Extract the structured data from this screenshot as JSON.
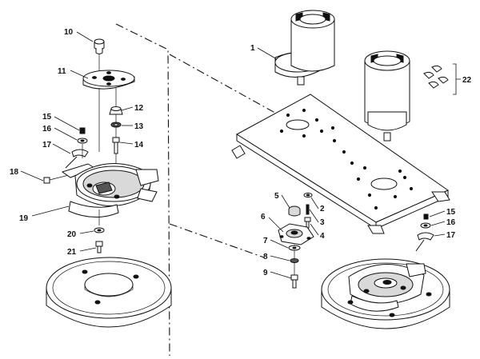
{
  "callouts": [
    {
      "id": "c1",
      "text": "1"
    },
    {
      "id": "c2",
      "text": "2"
    },
    {
      "id": "c3",
      "text": "3"
    },
    {
      "id": "c4",
      "text": "4"
    },
    {
      "id": "c5",
      "text": "5"
    },
    {
      "id": "c6",
      "text": "6"
    },
    {
      "id": "c7",
      "text": "7"
    },
    {
      "id": "c8",
      "text": "8"
    },
    {
      "id": "c9",
      "text": "9"
    },
    {
      "id": "c10",
      "text": "10"
    },
    {
      "id": "c11",
      "text": "11"
    },
    {
      "id": "c12",
      "text": "12"
    },
    {
      "id": "c13",
      "text": "13"
    },
    {
      "id": "c14",
      "text": "14"
    },
    {
      "id": "c15a",
      "text": "15"
    },
    {
      "id": "c16a",
      "text": "16"
    },
    {
      "id": "c17a",
      "text": "17"
    },
    {
      "id": "c18",
      "text": "18"
    },
    {
      "id": "c19",
      "text": "19"
    },
    {
      "id": "c20",
      "text": "20"
    },
    {
      "id": "c21",
      "text": "21"
    },
    {
      "id": "c15b",
      "text": "15"
    },
    {
      "id": "c16b",
      "text": "16"
    },
    {
      "id": "c17b",
      "text": "17"
    },
    {
      "id": "c22",
      "text": "22"
    }
  ]
}
